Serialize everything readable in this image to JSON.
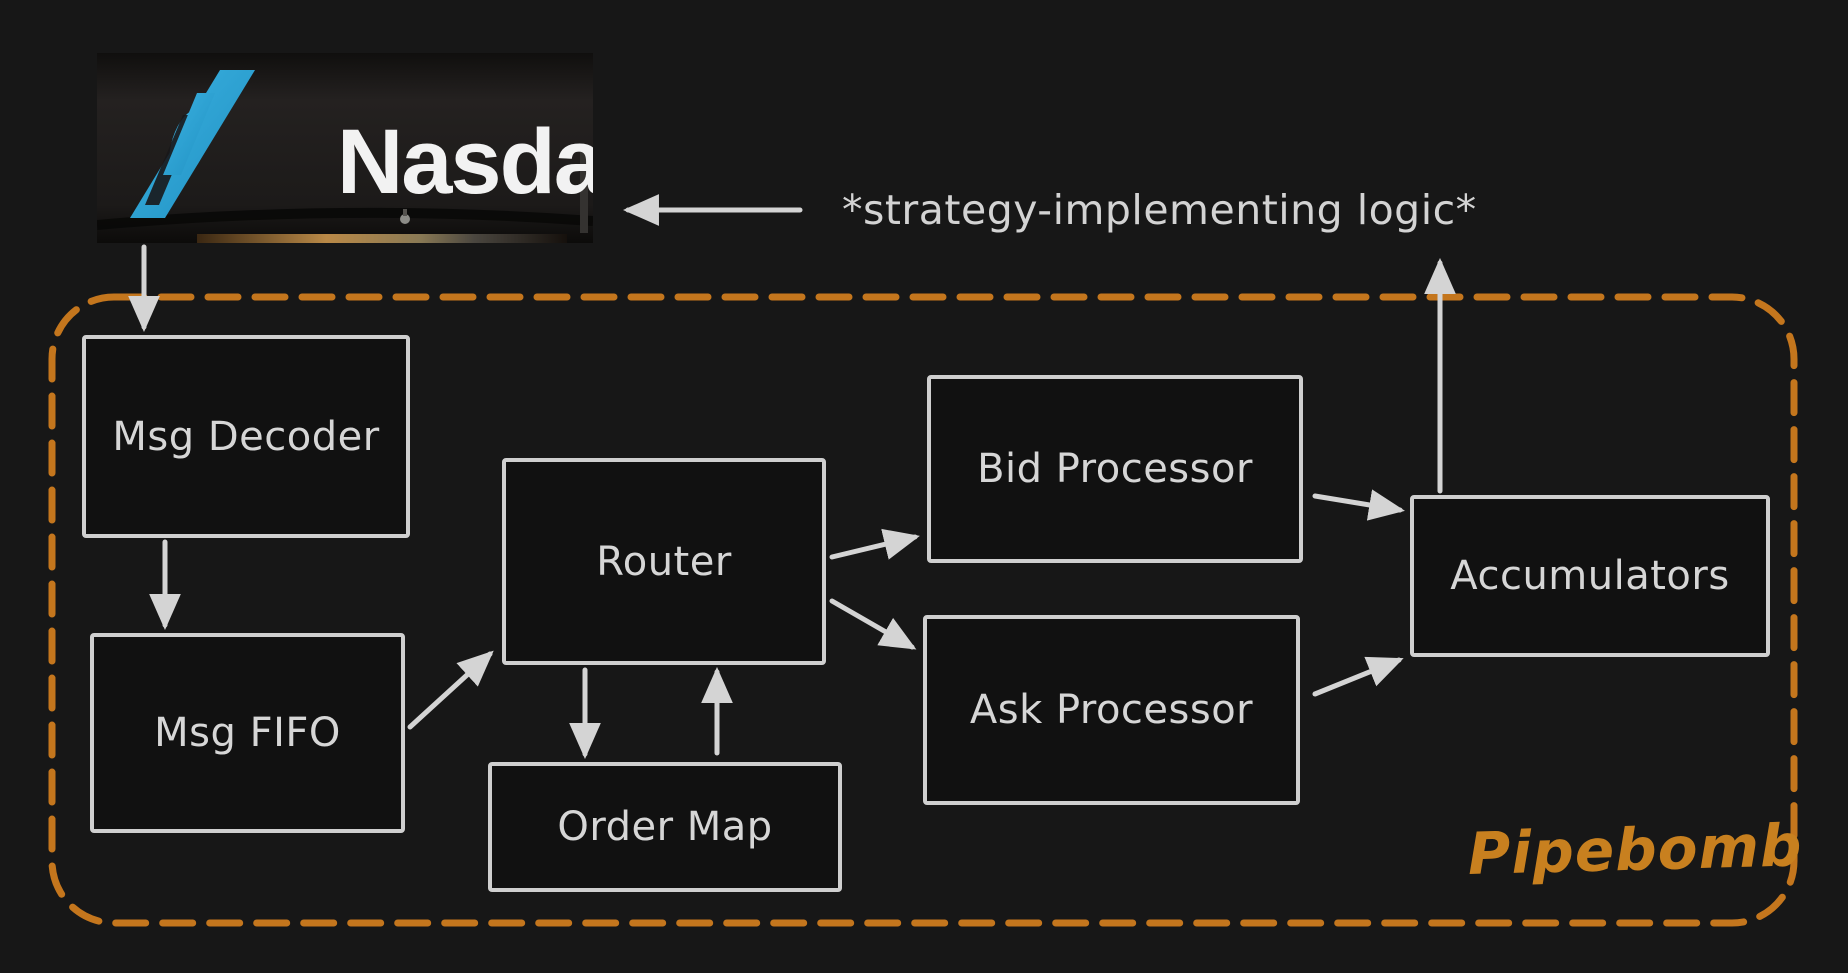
{
  "logo": {
    "brand": "Nasdaq"
  },
  "annotation": {
    "strategy_label": "*strategy-implementing logic*"
  },
  "pipeline": {
    "name": "Pipebomb",
    "nodes": [
      {
        "id": "msg-decoder",
        "label": "Msg Decoder"
      },
      {
        "id": "msg-fifo",
        "label": "Msg FIFO"
      },
      {
        "id": "router",
        "label": "Router"
      },
      {
        "id": "order-map",
        "label": "Order Map"
      },
      {
        "id": "bid-processor",
        "label": "Bid Processor"
      },
      {
        "id": "ask-processor",
        "label": "Ask Processor"
      },
      {
        "id": "accumulators",
        "label": "Accumulators"
      }
    ],
    "edges": [
      "nasdaq -> msg-decoder",
      "msg-decoder -> msg-fifo",
      "msg-fifo -> router",
      "router -> order-map",
      "order-map -> router",
      "router -> bid-processor",
      "router -> ask-processor",
      "bid-processor -> accumulators",
      "ask-processor -> accumulators",
      "accumulators -> strategy-logic",
      "strategy-logic -> nasdaq"
    ]
  },
  "colors": {
    "background": "#171717",
    "node_stroke": "#cfcfcf",
    "node_text": "#d6d6d6",
    "arrow": "#d4d4d4",
    "dashed_boundary": "#c4761d",
    "pipebomb_text": "#c8801f",
    "nasdaq_blue": "#2aa6d6",
    "nasdaq_wordmark": "#f2f2f2"
  }
}
